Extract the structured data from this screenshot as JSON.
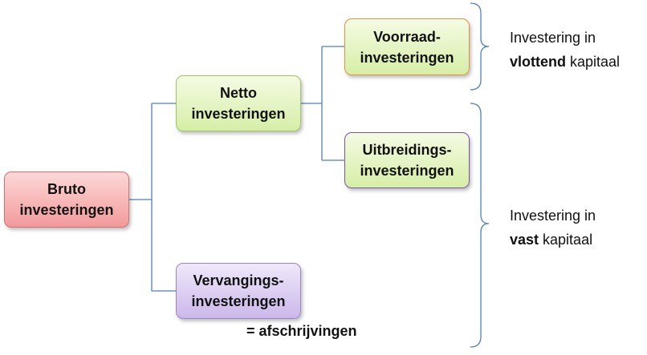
{
  "nodes": {
    "bruto": {
      "line1": "Bruto",
      "line2": "investeringen"
    },
    "netto": {
      "line1": "Netto",
      "line2": "investeringen"
    },
    "voorraad": {
      "line1": "Voorraad-",
      "line2": "investeringen"
    },
    "uitbreidings": {
      "line1": "Uitbreidings-",
      "line2": "investeringen"
    },
    "vervangings": {
      "line1": "Vervangings-",
      "line2": "investeringen"
    }
  },
  "note": "= afschrijvingen",
  "labels": {
    "vlottend": {
      "line1": "Investering in",
      "bold": "vlottend",
      "rest": " kapitaal"
    },
    "vast": {
      "line1": "Investering in",
      "bold": "vast",
      "rest": " kapitaal"
    }
  },
  "colors": {
    "connector": "#4f81bd",
    "bracket": "#4f81bd"
  }
}
